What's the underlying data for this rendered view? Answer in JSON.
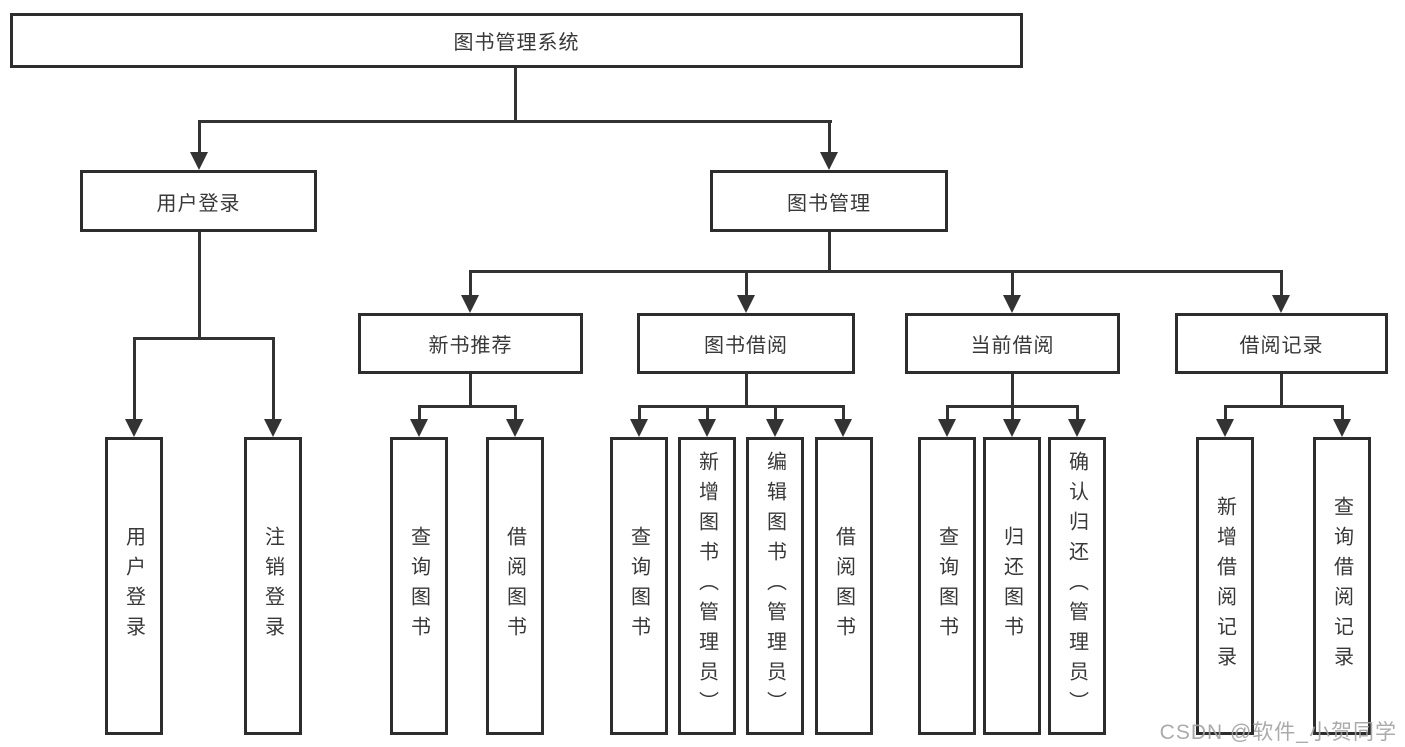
{
  "nodes": {
    "root": "图书管理系统",
    "user_login": "用户登录",
    "book_mgmt": "图书管理",
    "new_book_rec": "新书推荐",
    "book_borrow": "图书借阅",
    "current_borrow": "当前借阅",
    "borrow_record": "借阅记录",
    "leaves": {
      "user_login": "用户登录",
      "logout": "注销登录",
      "nb_query": "查询图书",
      "nb_borrow": "借阅图书",
      "bb_query": "查询图书",
      "bb_add": "新增图书（管理员）",
      "bb_edit": "编辑图书（管理员）",
      "bb_borrow": "借阅图书",
      "cb_query": "查询图书",
      "cb_return": "归还图书",
      "cb_confirm": "确认归还（管理员）",
      "br_add": "新增借阅记录",
      "br_query": "查询借阅记录"
    }
  },
  "watermark": {
    "text": "CSDN @软件_小贺同学"
  },
  "colors": {
    "line": "#333333",
    "box_border": "#2d2d2d",
    "text": "#383838",
    "watermark": "#a2a2a2",
    "background": "#ffffff"
  }
}
